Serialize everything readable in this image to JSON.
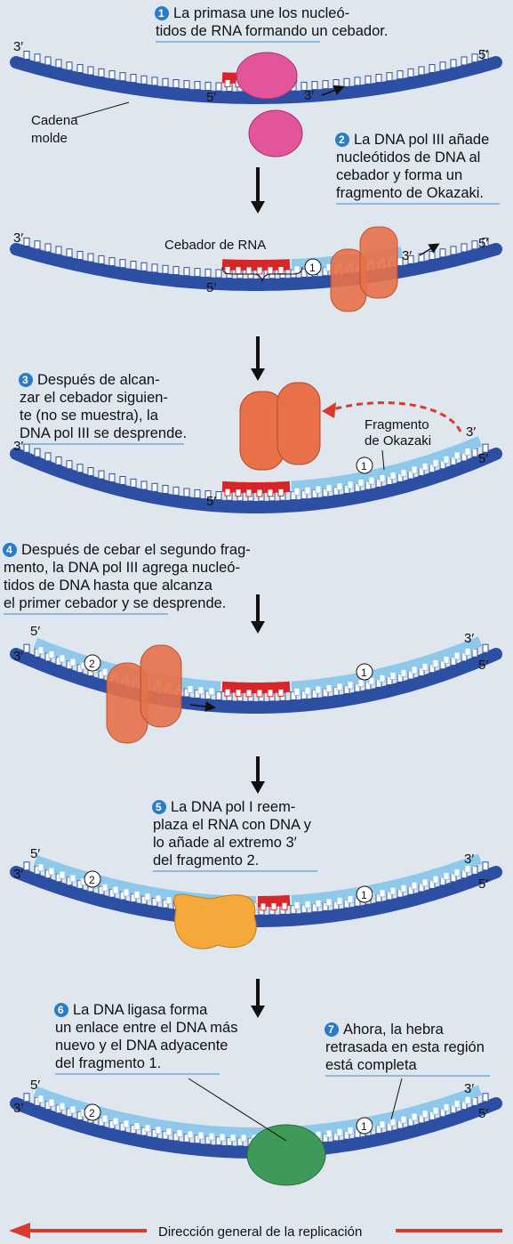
{
  "steps": [
    {
      "num": "1",
      "lines": [
        "La primasa une los nucleó-",
        "tidos de RNA formando un cebador."
      ]
    },
    {
      "num": "2",
      "lines": [
        "La DNA pol III añade",
        "nucleótidos de DNA al",
        "cebador y forma un",
        "fragmento de Okazaki."
      ]
    },
    {
      "num": "3",
      "lines": [
        "Después de alcan-",
        "zar el cebador siguien-",
        "te (no se muestra), la",
        "DNA pol III se desprende."
      ]
    },
    {
      "num": "4",
      "lines": [
        "Después de cebar el segundo frag-",
        "mento, la DNA pol III agrega nucleó-",
        "tidos de DNA hasta que alcanza",
        "el primer cebador y se desprende."
      ]
    },
    {
      "num": "5",
      "lines": [
        "La DNA pol I reem-",
        "plaza el RNA con DNA y",
        "lo añade al extremo 3′",
        "del fragmento 2."
      ]
    },
    {
      "num": "6",
      "lines": [
        "La DNA ligasa forma",
        "un enlace entre el DNA más",
        "nuevo y el DNA adyacente",
        "del fragmento 1."
      ]
    },
    {
      "num": "7",
      "lines": [
        "Ahora, la hebra",
        "retrasada en esta región",
        "está completa"
      ]
    }
  ],
  "labels": {
    "template_line1": "Cadena",
    "template_line2": "molde",
    "primer": "Cebador de RNA",
    "okazaki_line1": "Fragmento",
    "okazaki_line2": "de Okazaki",
    "direction": "Dirección general de la replicación"
  },
  "ends": {
    "three_prime": "3′",
    "five_prime": "5′"
  },
  "fragments": {
    "one": "1",
    "two": "2"
  },
  "colors": {
    "template_strand": "#2d4fa3",
    "new_dna": "#8ec8ea",
    "rna_primer": "#d8252a",
    "primase": "#e2559a",
    "pol_III": "#e8714a",
    "pol_I": "#f5a93a",
    "ligase": "#3f9a5a",
    "arrow_red": "#d83a2c",
    "step_number": "#2a7cc7"
  }
}
